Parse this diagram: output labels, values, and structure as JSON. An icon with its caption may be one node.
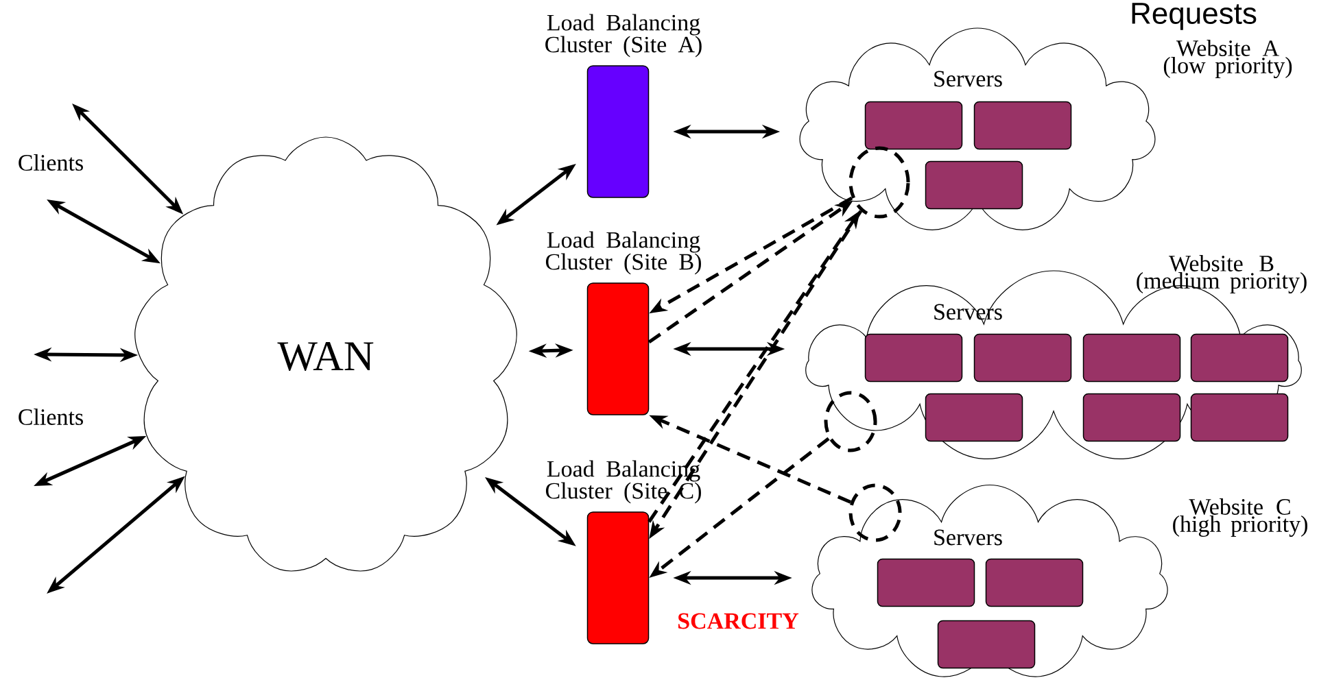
{
  "diagram": {
    "title": "Requests",
    "nodes": [
      {
        "text": [
          "WAN"
        ]
      },
      {
        "text": [],
        "shape": "box",
        "beside": [
          "Load Balancing Cluster (Site A)"
        ]
      },
      {
        "text": [],
        "shape": "box",
        "beside": [
          "Load Balancing Cluster (Site B)"
        ]
      },
      {
        "text": [],
        "shape": "box",
        "beside": [
          "Load Balancing Cluster (Site C)"
        ]
      },
      {
        "text": [
          "Servers"
        ],
        "beside": [
          "Website A (low priority)"
        ]
      },
      {
        "text": [],
        "shape": "box",
        "in": 4
      },
      {
        "text": [],
        "shape": "box",
        "in": 4
      },
      {
        "text": [],
        "shape": "box",
        "in": 4
      },
      {
        "text": [
          "Servers"
        ],
        "beside": [
          "Website B (medium priority)"
        ]
      },
      {
        "text": [],
        "shape": "box",
        "in": 8
      },
      {
        "text": [],
        "shape": "box",
        "in": 8
      },
      {
        "text": [],
        "shape": "box",
        "in": 8
      },
      {
        "text": [],
        "shape": "box",
        "in": 8
      },
      {
        "text": [],
        "shape": "box",
        "in": 8
      },
      {
        "text": [],
        "shape": "box",
        "in": 8
      },
      {
        "text": [],
        "shape": "box",
        "in": 8
      },
      {
        "text": [
          "Servers"
        ],
        "beside": [
          "Website C (high priority)"
        ]
      },
      {
        "text": [],
        "shape": "box",
        "in": 16
      },
      {
        "text": [],
        "shape": "box",
        "in": 16
      },
      {
        "text": [],
        "shape": "box",
        "in": 16
      },
      {
        "text": [],
        "shape": "circle",
        "in": 4
      },
      {
        "text": [],
        "shape": "circle",
        "in": 8
      },
      {
        "text": [],
        "shape": "circle",
        "in": 16
      }
    ],
    "edges": [
      {
        "from": null,
        "to": 0,
        "arrow": "both"
      },
      {
        "from": null,
        "to": 0,
        "arrow": "both"
      },
      {
        "from": null,
        "to": 0,
        "arrow": "both"
      },
      {
        "from": null,
        "to": 0,
        "arrow": "both"
      },
      {
        "from": null,
        "to": 0,
        "arrow": "both"
      },
      {
        "from": 0,
        "to": 1,
        "arrow": "both"
      },
      {
        "from": 0,
        "to": 2,
        "arrow": "both"
      },
      {
        "from": 0,
        "to": 3,
        "arrow": "both"
      },
      {
        "from": 1,
        "to": 4,
        "arrow": "both"
      },
      {
        "from": 2,
        "to": 8,
        "arrow": "both"
      },
      {
        "from": 3,
        "to": 16,
        "arrow": "both"
      },
      {
        "from": 20,
        "to": 2,
        "arrow": "to",
        "style": "dashed"
      },
      {
        "from": 2,
        "to": 20,
        "arrow": "to",
        "style": "dashed"
      },
      {
        "from": 20,
        "to": 3,
        "arrow": "to",
        "style": "dashed"
      },
      {
        "from": 21,
        "to": 3,
        "arrow": "to",
        "style": "dashed"
      },
      {
        "from": 22,
        "to": 2,
        "arrow": "to",
        "style": "dashed"
      },
      {
        "from": 3,
        "to": 20,
        "arrow": "to",
        "style": "dashed"
      }
    ],
    "labels": [
      "Clients",
      "Clients",
      "SCARCITY"
    ]
  }
}
